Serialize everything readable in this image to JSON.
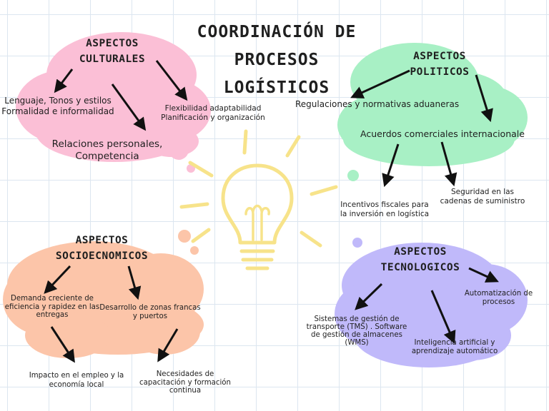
{
  "title": "COORDINACIÓN DE\nPROCESOS\nLOGÍSTICOS",
  "colors": {
    "culturales": "#fbbfd6",
    "politicos": "#a8f0c5",
    "socioeconomicos": "#fcc5a9",
    "tecnologicos": "#c0b9fa",
    "bulb": "#f7e38a",
    "arrow": "#111111"
  },
  "culturales": {
    "heading": "ASPECTOS\nCULTURALES",
    "items": [
      "Lenguaje, Tonos y estilos\nFormalidad e informalidad",
      "Flexibilidad adaptabilidad\nPlanificación y organización",
      "Relaciones personales,\nCompetencia"
    ]
  },
  "politicos": {
    "heading": "ASPECTOS\nPOLITICOS",
    "items": [
      "Regulaciones y normativas aduaneras",
      "Acuerdos comerciales internacionale",
      "Incentivos fiscales para\nla inversión en logística",
      "Seguridad en las\ncadenas de suministro"
    ]
  },
  "socioeconomicos": {
    "heading": "ASPECTOS\nSOCIOECNOMICOS",
    "items": [
      "Demanda creciente de\neficiencia y rapidez en las\nentregas",
      "Desarrollo de zonas francas\ny puertos",
      "Impacto en el empleo y la\neconomía local",
      "Necesidades de\ncapacitación y formación\ncontinua"
    ]
  },
  "tecnologicos": {
    "heading": "ASPECTOS\nTECNOLOGICOS",
    "items": [
      "Automatización de\nprocesos",
      "Sistemas de gestión de\ntransporte (TMS) . Software\nde gestión de almacenes\n(WMS)",
      "Inteligencia artificial y\naprendizaje automático"
    ]
  }
}
